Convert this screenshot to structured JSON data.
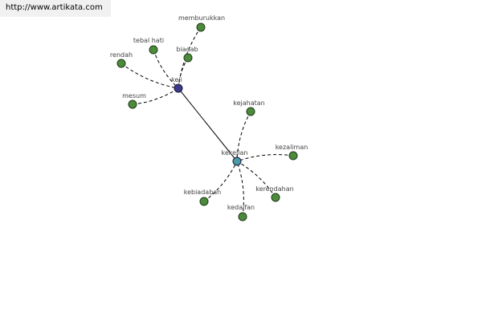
{
  "source_link": "http://www.artikata.com",
  "colors": {
    "leaf_node": "#4b8b3b",
    "hub_keji": "#3a3a8c",
    "hub_kekejian": "#4a9aa8"
  },
  "hubs": [
    {
      "id": "keji",
      "label": "keji",
      "color_key": "hub_keji"
    },
    {
      "id": "kekejian",
      "label": "kekejian",
      "color_key": "hub_kekejian"
    }
  ],
  "leaves": [
    {
      "id": "memburukkan",
      "label": "memburukkan",
      "hub": "keji"
    },
    {
      "id": "tebal-hati",
      "label": "tebal hati",
      "hub": "keji"
    },
    {
      "id": "biadab",
      "label": "biadab",
      "hub": "keji"
    },
    {
      "id": "rendah",
      "label": "rendah",
      "hub": "keji"
    },
    {
      "id": "mesum",
      "label": "mesum",
      "hub": "keji"
    },
    {
      "id": "kejahatan",
      "label": "kejahatan",
      "hub": "kekejian"
    },
    {
      "id": "kezaliman",
      "label": "kezaliman",
      "hub": "kekejian"
    },
    {
      "id": "kebiadaban",
      "label": "kebiadaban",
      "hub": "kekejian"
    },
    {
      "id": "kerendahan",
      "label": "kerendahan",
      "hub": "kekejian"
    },
    {
      "id": "kedaifan",
      "label": "kedaifan",
      "hub": "kekejian"
    }
  ],
  "links": [
    {
      "from": "keji",
      "to": "kekejian",
      "style": "solid"
    }
  ]
}
